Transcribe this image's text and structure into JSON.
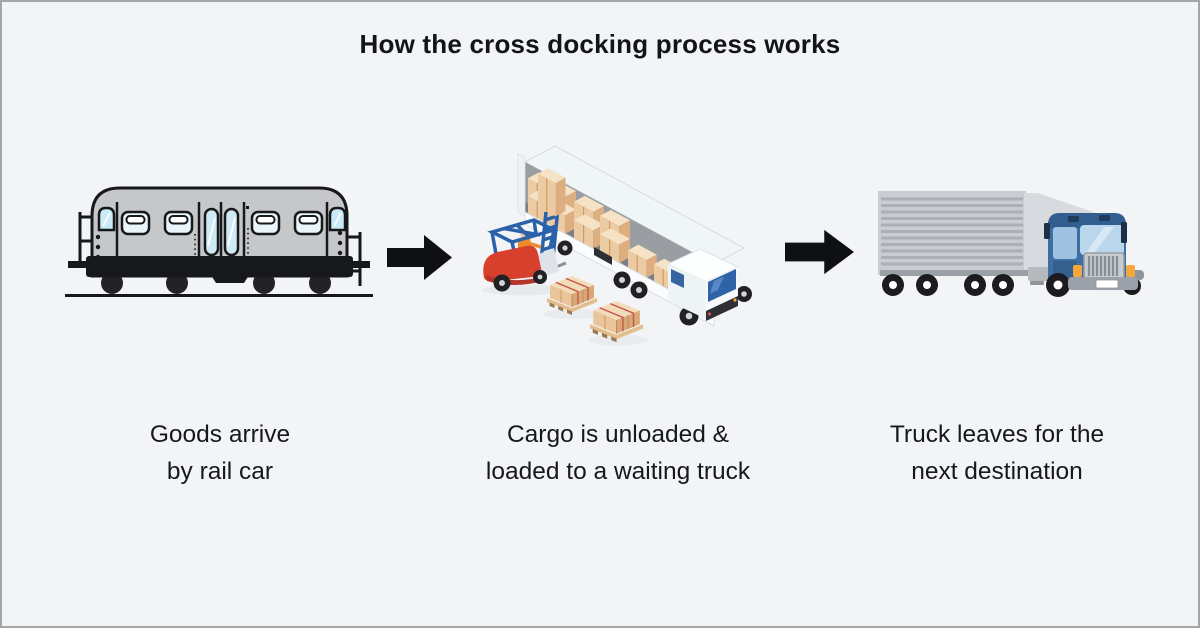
{
  "title": "How the cross docking process works",
  "steps": [
    {
      "id": "rail-arrival",
      "illustration": "rail-car",
      "lines": [
        "Goods arrive",
        "by rail car"
      ]
    },
    {
      "id": "cross-dock-loading",
      "illustration": "forklift-loading-waiting-truck",
      "lines": [
        "Cargo is unloaded &",
        "loaded to a waiting truck"
      ]
    },
    {
      "id": "departure",
      "illustration": "semi-truck",
      "lines": [
        "Truck leaves for the",
        "next destination"
      ]
    }
  ],
  "icons": {
    "between_steps": "arrow-right-icon"
  },
  "colors": {
    "background": "#f3f4f6",
    "border": "#a4a6aa",
    "text": "#141619",
    "arrow": "#0f1012",
    "rail_car_gray": "#c6c7c9",
    "rail_outline": "#17181a",
    "window_glass_blue": "#cdeaf5",
    "trailer_white": "#f2f6f8",
    "cargo_tan": "#eccaa2",
    "strap_red": "#cc5148",
    "forklift_red": "#d8402e",
    "machine_blue": "#2a61a8",
    "cab_blue": "#3e6fa2",
    "truck_trailer_gray": "#c9cdd2",
    "headlight_amber": "#f3a73c"
  }
}
